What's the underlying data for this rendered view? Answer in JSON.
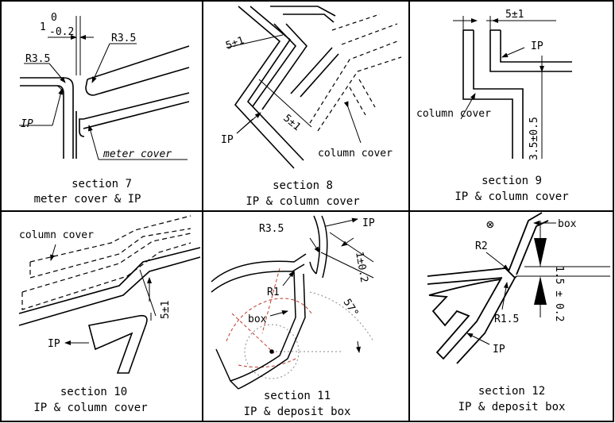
{
  "panels": [
    {
      "caption1": "section 7",
      "caption2": "meter cover & IP",
      "labels": {
        "tol_top": "0",
        "tol_nom": "1",
        "tol_bot": "-0.2",
        "r_left": "R3.5",
        "r_right": "R3.5",
        "ip": "IP",
        "meter_cover": "meter cover"
      }
    },
    {
      "caption1": "section 8",
      "caption2": "IP & column cover",
      "labels": {
        "dim_a": "5±1",
        "dim_b": "5±1",
        "ip": "IP",
        "column_cover": "column cover"
      }
    },
    {
      "caption1": "section 9",
      "caption2": "IP & column cover",
      "labels": {
        "dim_a": "5±1",
        "ip": "IP",
        "column_cover": "column cover",
        "dim_b": "3.5±0.5"
      }
    },
    {
      "caption1": "section 10",
      "caption2": "IP & column cover",
      "labels": {
        "column_cover": "column cover",
        "ip": "IP",
        "dim_a": "5±1"
      }
    },
    {
      "caption1": "section 11",
      "caption2": "IP & deposit box",
      "labels": {
        "r_a": "R3.5",
        "ip": "IP",
        "dim_a": "1±0.2",
        "r_b": "R1",
        "angle": "57°",
        "box": "box"
      }
    },
    {
      "caption1": "section 12",
      "caption2": "IP & deposit box",
      "labels": {
        "symbol": "⊗",
        "box": "box",
        "r_a": "R2",
        "dim_a": "1.5 ± 0.2",
        "r_b": "R1.5",
        "ip": "IP"
      }
    }
  ]
}
